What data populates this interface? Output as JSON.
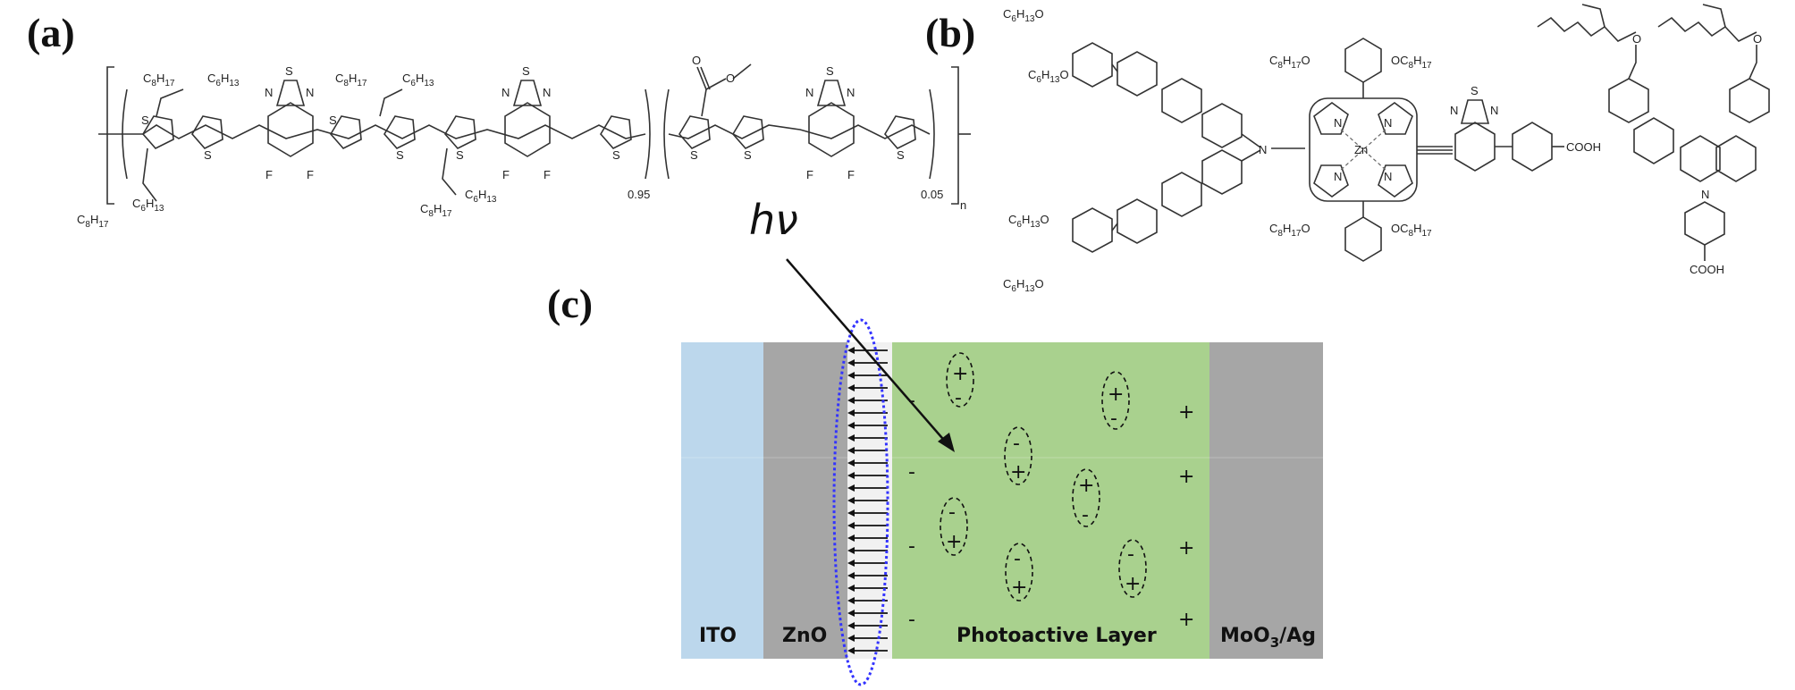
{
  "panels": {
    "a": "(a)",
    "b": "(b)",
    "c": "(c)"
  },
  "polymer": {
    "atoms": {
      "S": "S",
      "N": "N",
      "F": "F"
    },
    "side_chain_a": "C",
    "side_chain_a_sub": "8",
    "side_chain_a2": "H",
    "side_chain_a2_sub": "17",
    "side_chain_b": "C",
    "side_chain_b_sub": "6",
    "side_chain_b2": "H",
    "side_chain_b2_sub": "13",
    "ratio_1": "0.95",
    "ratio_2": "0.05",
    "repeat": "n"
  },
  "dye": {
    "atoms": {
      "N": "N",
      "S": "S",
      "Zn": "Zn"
    },
    "alkoxy_c6": "C",
    "alkoxy_c6_sub": "6",
    "alkoxy_h13": "H",
    "alkoxy_h13_sub": "13",
    "alkoxy_o": "O",
    "alkoxy_c8": "C",
    "alkoxy_c8_sub": "8",
    "alkoxy_h17": "H",
    "alkoxy_h17_sub": "17",
    "cooh": "COOH"
  },
  "device": {
    "photon_label": "hν",
    "layers": {
      "ito": "ITO",
      "zno": "ZnO",
      "active_prefix": "Photoactive Layer",
      "electrode": "MoO",
      "electrode_sub": "3",
      "electrode_suffix": "/Ag"
    },
    "colors": {
      "ito": "#bcd7ec",
      "zno": "#a6a6a6",
      "active": "#a9d18e",
      "electrode": "#a6a6a6",
      "dipole_ring": "#3333ff"
    },
    "plus": "+",
    "minus": "-"
  }
}
